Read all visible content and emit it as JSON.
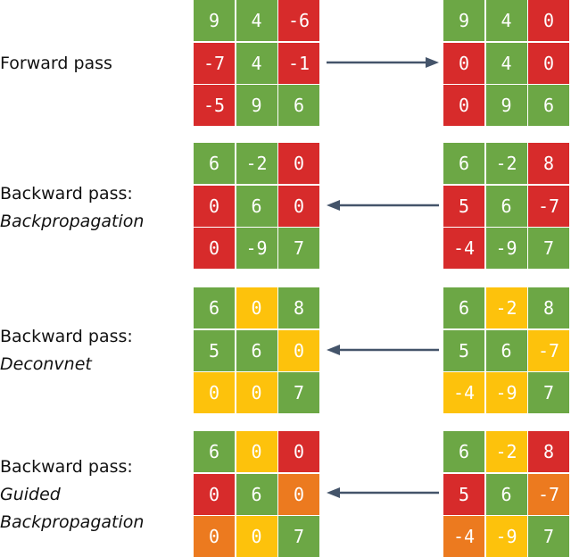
{
  "colors": {
    "green": "#6ca745",
    "red": "#d72b2b",
    "yellow": "#fdc20c",
    "orange": "#ec7a1f",
    "arrow": "#44546a"
  },
  "rows": [
    {
      "label_lines": [
        {
          "text": "Forward pass",
          "italic": false
        }
      ],
      "left_grid": [
        {
          "v": "9",
          "c": "green"
        },
        {
          "v": "4",
          "c": "green"
        },
        {
          "v": "-6",
          "c": "red"
        },
        {
          "v": "-7",
          "c": "red"
        },
        {
          "v": "4",
          "c": "green"
        },
        {
          "v": "-1",
          "c": "red"
        },
        {
          "v": "-5",
          "c": "red"
        },
        {
          "v": "9",
          "c": "green"
        },
        {
          "v": "6",
          "c": "green"
        }
      ],
      "right_grid": [
        {
          "v": "9",
          "c": "green"
        },
        {
          "v": "4",
          "c": "green"
        },
        {
          "v": "0",
          "c": "red"
        },
        {
          "v": "0",
          "c": "red"
        },
        {
          "v": "4",
          "c": "green"
        },
        {
          "v": "0",
          "c": "red"
        },
        {
          "v": "0",
          "c": "red"
        },
        {
          "v": "9",
          "c": "green"
        },
        {
          "v": "6",
          "c": "green"
        }
      ],
      "arrow_direction": "right"
    },
    {
      "label_lines": [
        {
          "text": "Backward pass:",
          "italic": false
        },
        {
          "text": "Backpropagation",
          "italic": true
        }
      ],
      "left_grid": [
        {
          "v": "6",
          "c": "green"
        },
        {
          "v": "-2",
          "c": "green"
        },
        {
          "v": "0",
          "c": "red"
        },
        {
          "v": "0",
          "c": "red"
        },
        {
          "v": "6",
          "c": "green"
        },
        {
          "v": "0",
          "c": "red"
        },
        {
          "v": "0",
          "c": "red"
        },
        {
          "v": "-9",
          "c": "green"
        },
        {
          "v": "7",
          "c": "green"
        }
      ],
      "right_grid": [
        {
          "v": "6",
          "c": "green"
        },
        {
          "v": "-2",
          "c": "green"
        },
        {
          "v": "8",
          "c": "red"
        },
        {
          "v": "5",
          "c": "red"
        },
        {
          "v": "6",
          "c": "green"
        },
        {
          "v": "-7",
          "c": "red"
        },
        {
          "v": "-4",
          "c": "red"
        },
        {
          "v": "-9",
          "c": "green"
        },
        {
          "v": "7",
          "c": "green"
        }
      ],
      "arrow_direction": "left"
    },
    {
      "label_lines": [
        {
          "text": "Backward pass:",
          "italic": false
        },
        {
          "text": "Deconvnet",
          "italic": true
        }
      ],
      "left_grid": [
        {
          "v": "6",
          "c": "green"
        },
        {
          "v": "0",
          "c": "yellow"
        },
        {
          "v": "8",
          "c": "green"
        },
        {
          "v": "5",
          "c": "green"
        },
        {
          "v": "6",
          "c": "green"
        },
        {
          "v": "0",
          "c": "yellow"
        },
        {
          "v": "0",
          "c": "yellow"
        },
        {
          "v": "0",
          "c": "yellow"
        },
        {
          "v": "7",
          "c": "green"
        }
      ],
      "right_grid": [
        {
          "v": "6",
          "c": "green"
        },
        {
          "v": "-2",
          "c": "yellow"
        },
        {
          "v": "8",
          "c": "green"
        },
        {
          "v": "5",
          "c": "green"
        },
        {
          "v": "6",
          "c": "green"
        },
        {
          "v": "-7",
          "c": "yellow"
        },
        {
          "v": "-4",
          "c": "yellow"
        },
        {
          "v": "-9",
          "c": "yellow"
        },
        {
          "v": "7",
          "c": "green"
        }
      ],
      "arrow_direction": "left"
    },
    {
      "label_lines": [
        {
          "text": "Backward pass:",
          "italic": false
        },
        {
          "text": "Guided",
          "italic": true
        },
        {
          "text": "Backpropagation",
          "italic": true
        }
      ],
      "left_grid": [
        {
          "v": "6",
          "c": "green"
        },
        {
          "v": "0",
          "c": "yellow"
        },
        {
          "v": "0",
          "c": "red"
        },
        {
          "v": "0",
          "c": "red"
        },
        {
          "v": "6",
          "c": "green"
        },
        {
          "v": "0",
          "c": "orange"
        },
        {
          "v": "0",
          "c": "orange"
        },
        {
          "v": "0",
          "c": "yellow"
        },
        {
          "v": "7",
          "c": "green"
        }
      ],
      "right_grid": [
        {
          "v": "6",
          "c": "green"
        },
        {
          "v": "-2",
          "c": "yellow"
        },
        {
          "v": "8",
          "c": "red"
        },
        {
          "v": "5",
          "c": "red"
        },
        {
          "v": "6",
          "c": "green"
        },
        {
          "v": "-7",
          "c": "orange"
        },
        {
          "v": "-4",
          "c": "orange"
        },
        {
          "v": "-9",
          "c": "yellow"
        },
        {
          "v": "7",
          "c": "green"
        }
      ],
      "arrow_direction": "left"
    }
  ]
}
